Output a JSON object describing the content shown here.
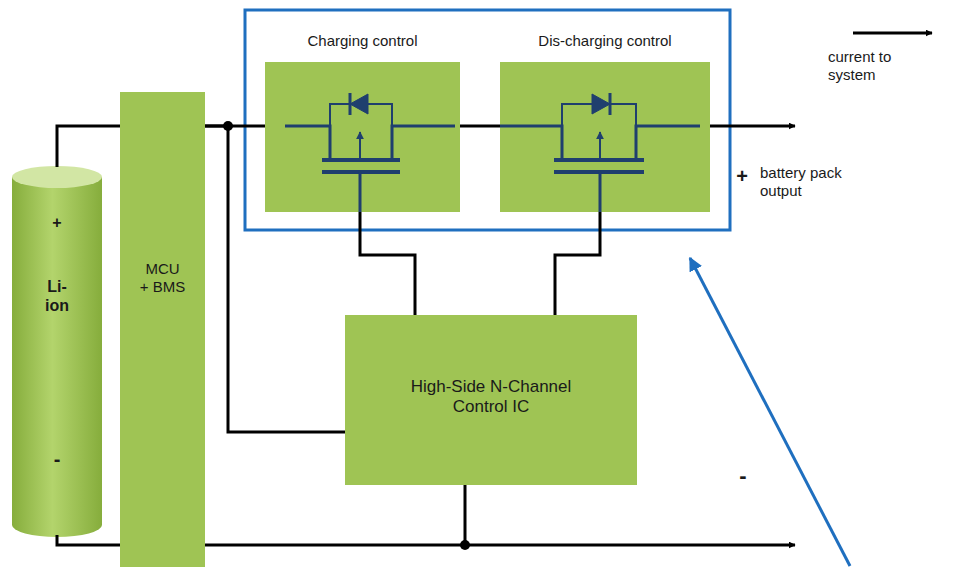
{
  "diagram": {
    "nodes": [
      {
        "text": [
          "+",
          "Li- ion",
          "-"
        ]
      },
      {
        "text": [
          "MCU + BMS"
        ]
      },
      {
        "text": [
          "Charging control"
        ]
      },
      {
        "text": [
          "Dis-charging control"
        ]
      },
      {
        "text": [
          "High-Side N-Channel Control IC"
        ]
      }
    ],
    "edges": [
      {
        "from": 0,
        "to": 1,
        "arrow": "none"
      },
      {
        "from": 1,
        "to": 2,
        "arrow": "none"
      },
      {
        "from": 1,
        "to": 4,
        "arrow": "none"
      },
      {
        "from": 2,
        "to": 3,
        "arrow": "none"
      },
      {
        "from": 4,
        "to": 2,
        "arrow": "none"
      },
      {
        "from": 4,
        "to": 3,
        "arrow": "none"
      },
      {
        "from": 0,
        "to": 1,
        "arrow": "none"
      },
      {
        "from": 1,
        "to": 4,
        "arrow": "none"
      }
    ],
    "labels": [
      "current to system",
      "+",
      "battery pack output",
      "-"
    ]
  }
}
